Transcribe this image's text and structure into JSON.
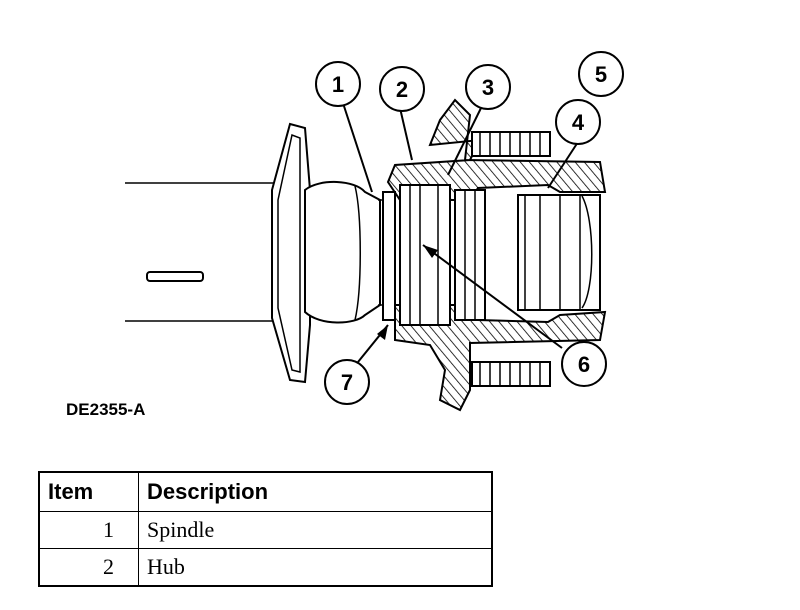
{
  "figure": {
    "id_label": "DE2355-A",
    "callouts": [
      "1",
      "2",
      "3",
      "4",
      "5",
      "6",
      "7"
    ]
  },
  "legend": {
    "headers": {
      "item": "Item",
      "description": "Description"
    },
    "rows": [
      {
        "item": "1",
        "description": "Spindle"
      },
      {
        "item": "2",
        "description": "Hub"
      }
    ]
  }
}
